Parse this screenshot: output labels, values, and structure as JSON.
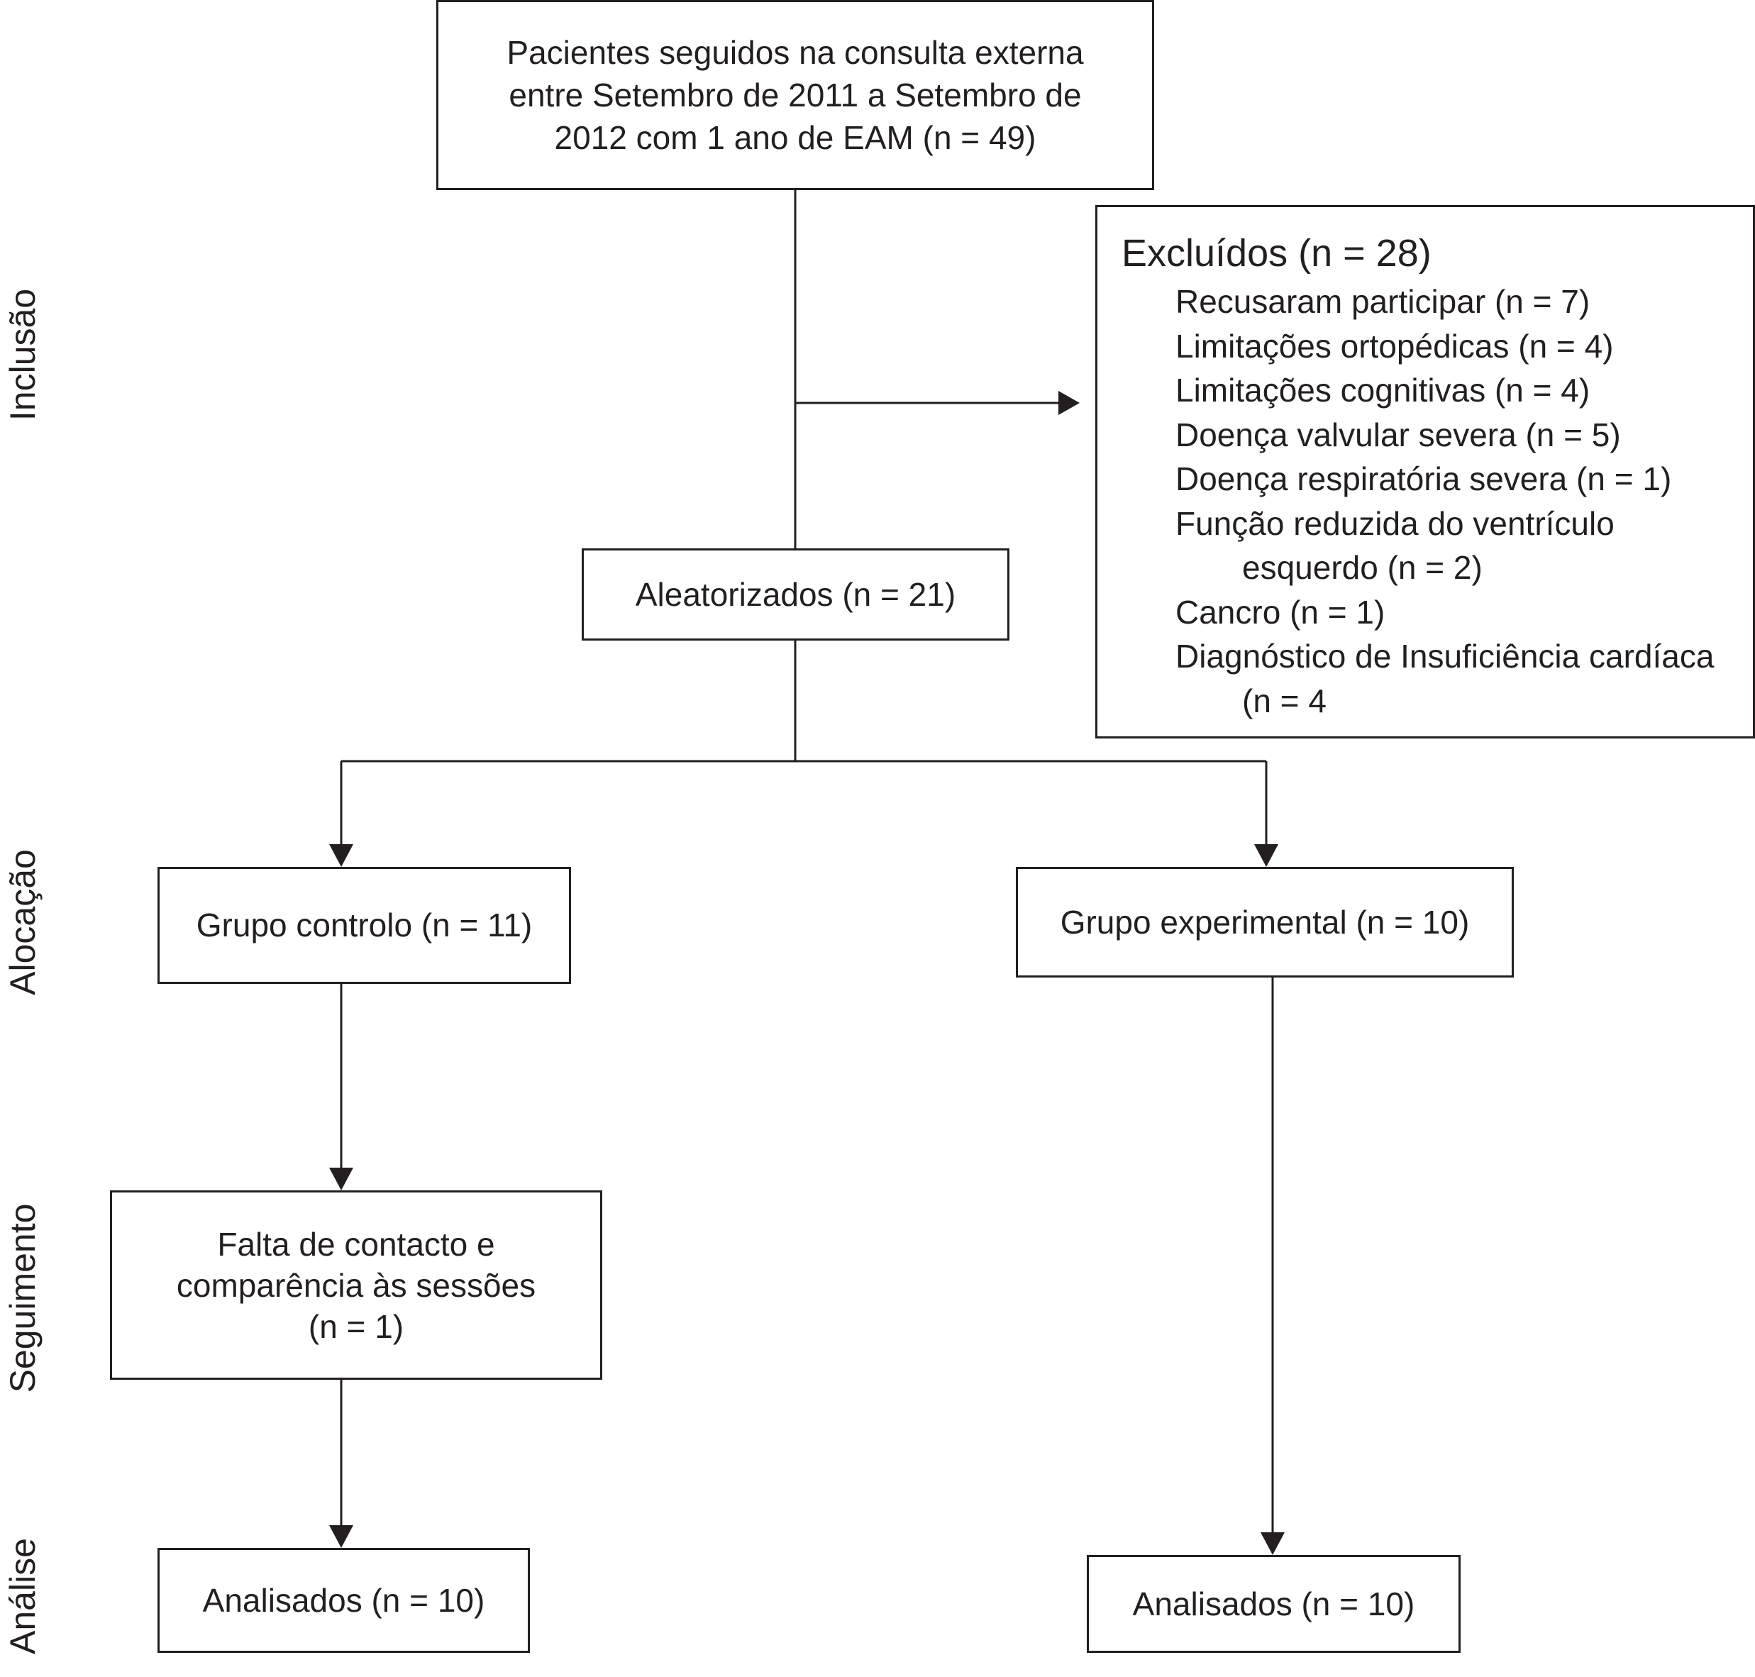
{
  "phases": {
    "inclusion": "Inclusão",
    "allocation": "Alocação",
    "followup": "Seguimento",
    "analysis": "Análise"
  },
  "boxes": {
    "patients": {
      "lines": [
        "Pacientes seguidos na consulta externa",
        "entre Setembro de 2011 a Setembro de",
        "2012 com 1 ano de EAM (n = 49)"
      ]
    },
    "randomized": {
      "label": "Aleatorizados (n = 21)"
    },
    "control_group": {
      "label": "Grupo controlo (n = 11)"
    },
    "experimental_group": {
      "label": "Grupo experimental (n = 10)"
    },
    "lost_followup": {
      "lines": [
        "Falta de contacto e",
        "comparência às sessões",
        "(n = 1)"
      ]
    },
    "analysed_control": {
      "label": "Analisados (n = 10)"
    },
    "analysed_experimental": {
      "label": "Analisados (n = 10)"
    }
  },
  "excluded": {
    "title": "Excluídos (n = 28)",
    "items": [
      "Recusaram participar (n = 7)",
      "Limitações ortopédicas (n = 4)",
      "Limitações cognitivas (n = 4)",
      "Doença valvular severa (n = 5)",
      "Doença respiratória severa (n = 1)",
      "Função reduzida do ventrículo",
      "esquerdo (n = 2)",
      "Cancro (n = 1)",
      "Diagnóstico de Insuficiência cardíaca",
      "(n = 4"
    ]
  },
  "colors": {
    "ink": "#231f20",
    "background": "#ffffff"
  }
}
